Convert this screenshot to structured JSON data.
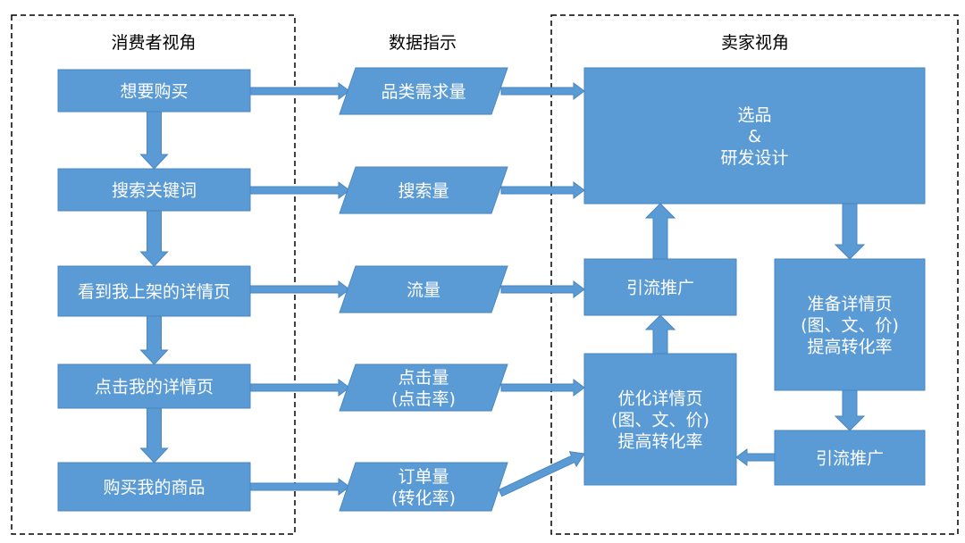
{
  "colors": {
    "box_fill": "#5B9BD5",
    "box_stroke": "#4A86BF",
    "text": "#FFFFFF",
    "heading": "#000000",
    "border": "#000000"
  },
  "headings": {
    "consumer": "消费者视角",
    "data": "数据指示",
    "seller": "卖家视角"
  },
  "consumer_steps": [
    {
      "id": "c1",
      "label": "想要购买"
    },
    {
      "id": "c2",
      "label": "搜索关键词"
    },
    {
      "id": "c3",
      "label": "看到我上架的详情页"
    },
    {
      "id": "c4",
      "label": "点击我的详情页"
    },
    {
      "id": "c5",
      "label": "购买我的商品"
    }
  ],
  "data_indicators": [
    {
      "id": "d1",
      "lines": [
        "品类需求量"
      ]
    },
    {
      "id": "d2",
      "lines": [
        "搜索量"
      ]
    },
    {
      "id": "d3",
      "lines": [
        "流量"
      ]
    },
    {
      "id": "d4",
      "lines": [
        "点击量",
        "(点击率)"
      ]
    },
    {
      "id": "d5",
      "lines": [
        "订单量",
        "(转化率)"
      ]
    }
  ],
  "seller_nodes": {
    "select": {
      "lines": [
        "选品",
        "&",
        "研发设计"
      ]
    },
    "traffic_left": {
      "lines": [
        "引流推广"
      ]
    },
    "optimize": {
      "lines": [
        "优化详情页",
        "(图、文、价)",
        "提高转化率"
      ]
    },
    "prepare": {
      "lines": [
        "准备详情页",
        "(图、文、价)",
        "提高转化率"
      ]
    },
    "traffic_right": {
      "lines": [
        "引流推广"
      ]
    }
  }
}
